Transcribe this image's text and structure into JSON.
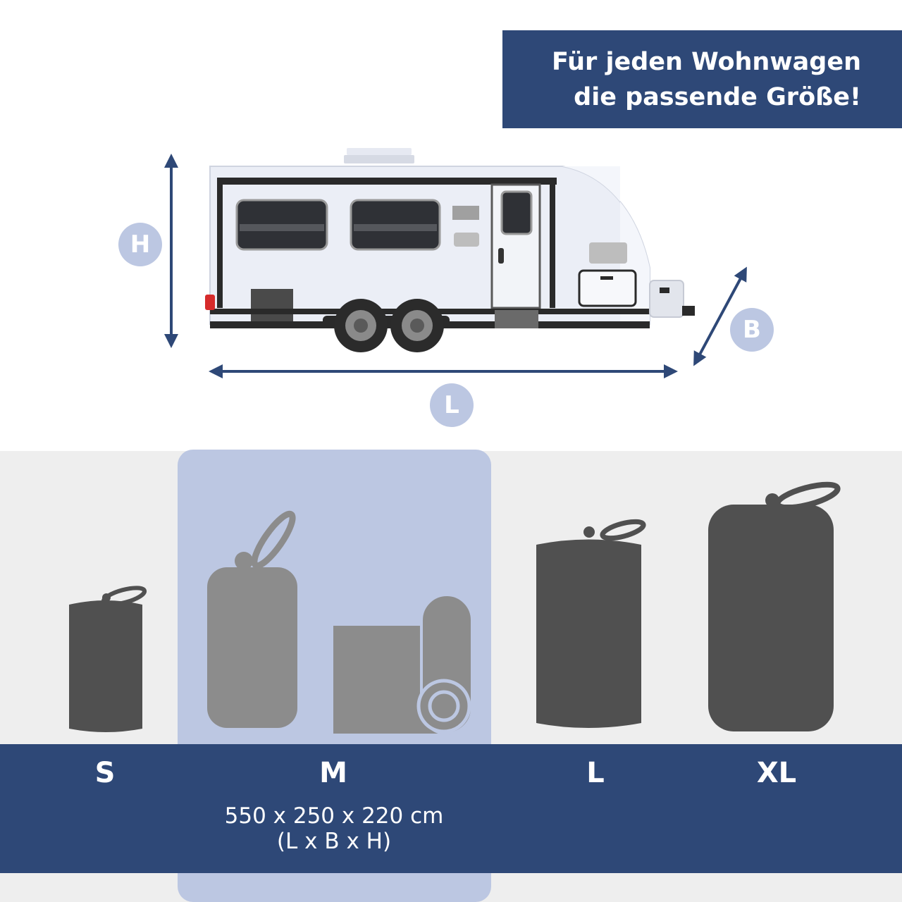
{
  "headline": {
    "line1": "Für jeden Wohnwagen",
    "line2": "die passende Größe!"
  },
  "dimension_badges": {
    "height": "H",
    "length": "L",
    "width": "B"
  },
  "sizes": [
    {
      "label": "S"
    },
    {
      "label": "M",
      "selected": true,
      "dimensions": "550 x 250 x 220 cm",
      "dimensions_legend": "(L x B x H)"
    },
    {
      "label": "L"
    },
    {
      "label": "XL"
    }
  ],
  "colors": {
    "brand_navy": "#2e4877",
    "badge_light_blue": "#bcc7e2",
    "panel_grey": "#eeeeee",
    "bag_dark": "#505050",
    "bag_selected": "#8c8c8c"
  }
}
